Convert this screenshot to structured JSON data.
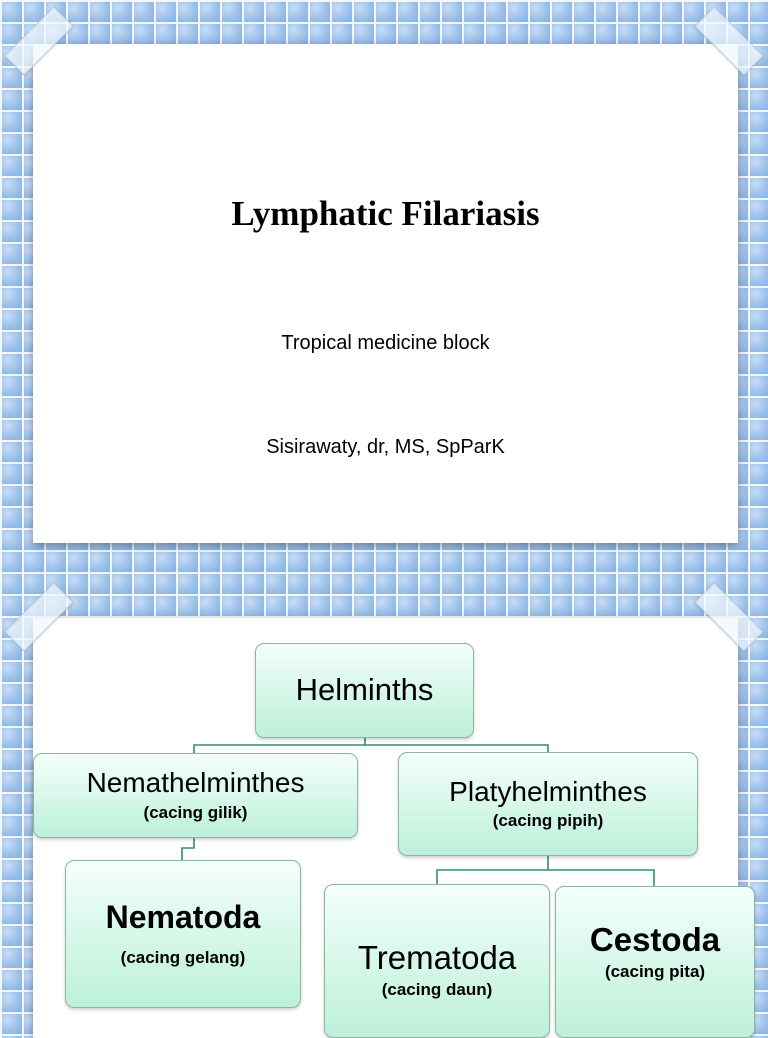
{
  "slide1": {
    "title": "Lymphatic Filariasis",
    "subtitle": "Tropical medicine block",
    "author": "Sisirawaty, dr, MS, SpParK"
  },
  "slide2": {
    "nodes": {
      "helminths": {
        "label": "Helminths"
      },
      "nemathelminthes": {
        "label": "Nemathelminthes",
        "sub": "(cacing gilik)"
      },
      "platyhelminthes": {
        "label": "Platyhelminthes",
        "sub": "(cacing pipih)"
      },
      "nematoda": {
        "label": "Nematoda",
        "sub": "(cacing gelang)"
      },
      "trematoda": {
        "label": "Trematoda",
        "sub": "(cacing daun)"
      },
      "cestoda": {
        "label": "Cestoda",
        "sub": "(cacing pita)"
      }
    }
  }
}
